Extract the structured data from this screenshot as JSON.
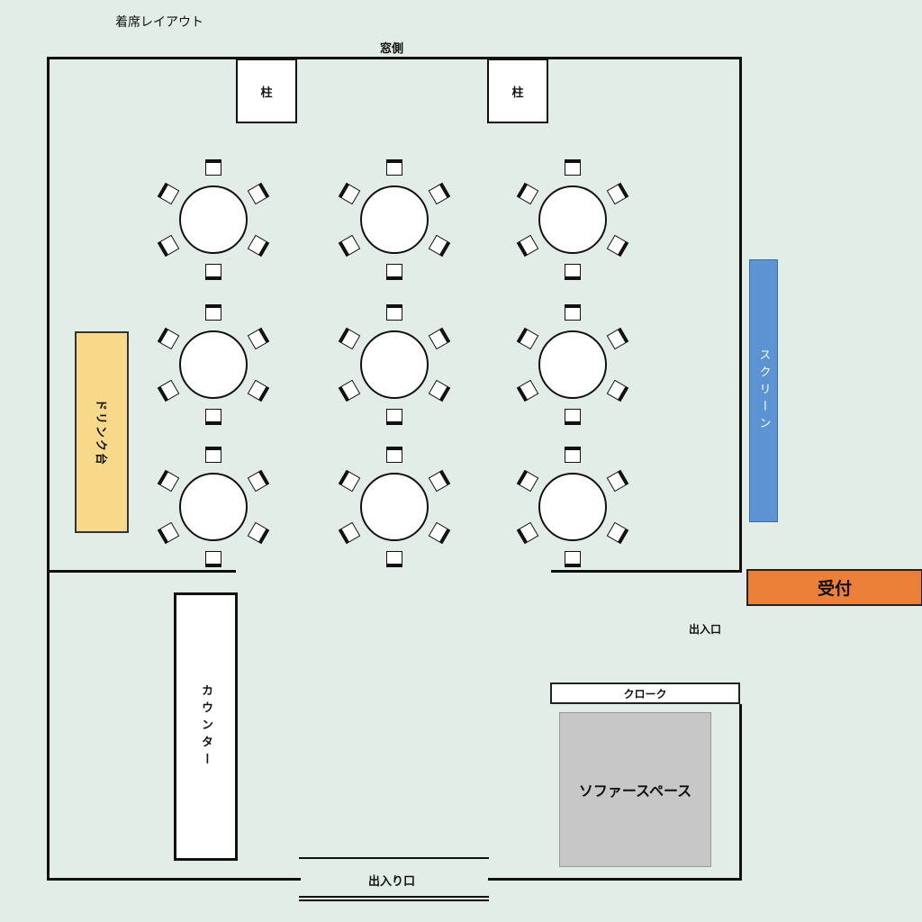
{
  "title": "着席レイアウト",
  "labels": {
    "window_side": "窓側",
    "pillar": "柱",
    "drink_table": "ドリンク台",
    "screen": "スクリーン",
    "reception": "受付",
    "entrance_side": "出入口",
    "counter": "カウンター",
    "cloak": "クローク",
    "sofa_space": "ソファースペース",
    "entrance_bottom": "出入り口"
  },
  "colors": {
    "background": "#e3ede8",
    "drink_table": "#f8d98a",
    "screen": "#5b93d3",
    "reception": "#ec8038",
    "sofa_space": "#c6c7c6"
  },
  "seating": {
    "rows": 3,
    "columns": 3,
    "chairs_per_table": 6
  }
}
